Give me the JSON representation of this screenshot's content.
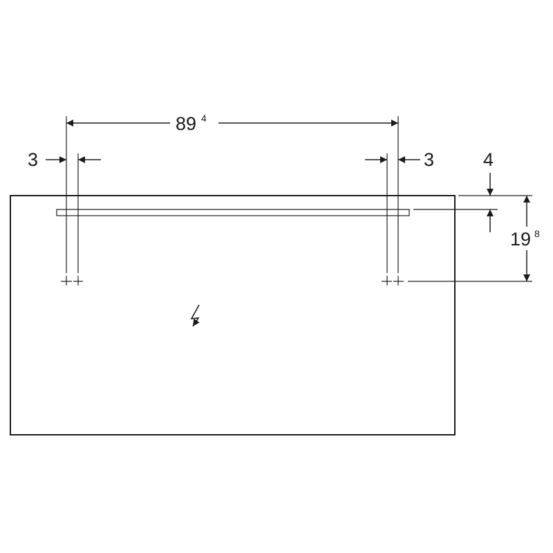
{
  "dimensions": {
    "width_between_fixings": {
      "main": "89",
      "sup": "4"
    },
    "left_offset": "3",
    "right_offset": "3",
    "top_offset": "4",
    "fixing_height": {
      "main": "19",
      "sup": "8"
    }
  },
  "icons": {
    "power_symbol": "electrical-connection-icon"
  },
  "colors": {
    "line": "#1a1a1a",
    "background": "#ffffff"
  }
}
